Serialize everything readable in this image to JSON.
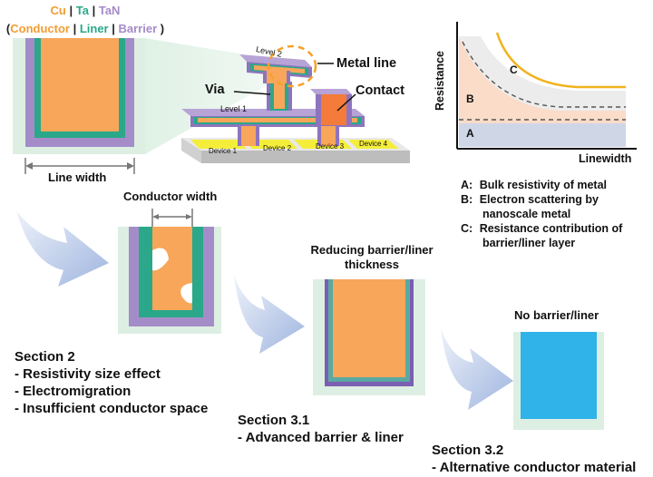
{
  "legend": {
    "materials": [
      "Cu",
      "Ta",
      "TaN"
    ],
    "roles": [
      "Conductor",
      "Liner",
      "Barrier"
    ]
  },
  "labels": {
    "line_width": "Line width",
    "conductor_width": "Conductor width",
    "reducing": "Reducing barrier/liner thickness",
    "no_barrier": "No barrier/liner",
    "metal_line": "Metal line",
    "via": "Via",
    "contact": "Contact",
    "level1": "Level 1",
    "level2": "Level 2",
    "devices": [
      "Device 1",
      "Device 2",
      "Device 3",
      "Device 4"
    ]
  },
  "sections": [
    {
      "title": "Section 2",
      "items": [
        "- Resistivity size effect",
        "- Electromigration",
        "- Insufficient conductor space"
      ]
    },
    {
      "title": "Section 3.1",
      "items": [
        "- Advanced barrier & liner"
      ]
    },
    {
      "title": "Section 3.2",
      "items": [
        "- Alternative conductor material"
      ]
    }
  ],
  "graph": {
    "ylabel": "Resistance",
    "xlabel": "Linewidth",
    "regions": [
      "A",
      "B",
      "C"
    ]
  },
  "notes": [
    {
      "key": "A:",
      "text": "Bulk resistivity of metal"
    },
    {
      "key": "B:",
      "text": "Electron scattering by"
    },
    {
      "key": "",
      "text": "nanoscale metal"
    },
    {
      "key": "C:",
      "text": "Resistance contribution of"
    },
    {
      "key": "",
      "text": "barrier/liner layer"
    }
  ],
  "colors": {
    "cu": "#f7a65a",
    "ta": "#2aa889",
    "tan": "#a48cc9",
    "bg": "#ddefe3",
    "blue": "#2fb3e9",
    "arrow": "#a8bde0"
  }
}
